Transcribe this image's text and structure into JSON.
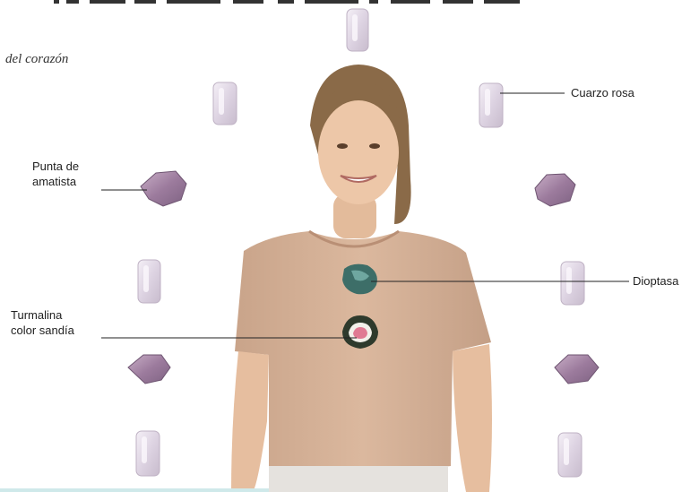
{
  "caption": "del corazón",
  "labels": {
    "cuarzo": "Cuarzo rosa",
    "amatista_line1": "Punta de",
    "amatista_line2": "amatista",
    "dioptasa": "Dioptasa",
    "turmalina_line1": "Turmalina",
    "turmalina_line2": "color sandía"
  },
  "colors": {
    "rose_quartz": "#e3dbe6",
    "amethyst": "#a889a8",
    "dioptase": "#3d6e68",
    "tourmaline_center": "#e07a93",
    "tourmaline_rim": "#2e3a2c",
    "shirt": "#d7b49a",
    "skin": "#e8c2a3",
    "hair": "#8a6a48"
  }
}
